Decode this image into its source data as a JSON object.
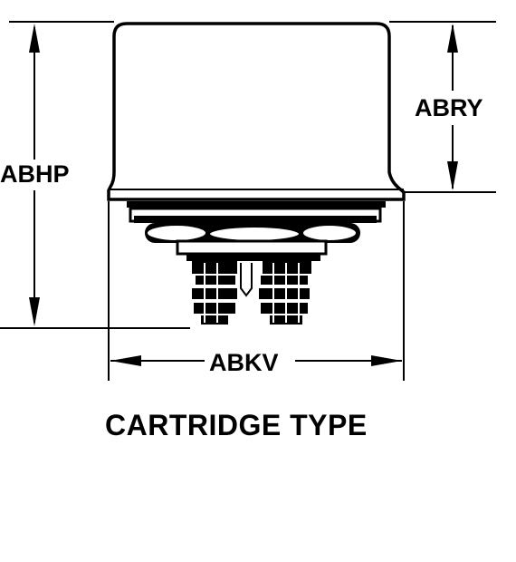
{
  "labels": {
    "height_total": "ABHP",
    "height_cap": "ABRY",
    "width": "ABKV"
  },
  "caption": "CARTRIDGE TYPE"
}
